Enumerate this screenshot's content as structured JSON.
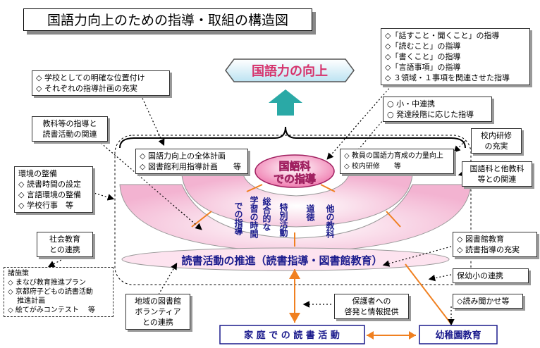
{
  "title": "国語力向上のための指導・取組の構造図",
  "goal": "国語力の向上",
  "core": [
    "国語科",
    "での指導"
  ],
  "pillars": [
    "での指導",
    "学習の時間",
    "総合的な",
    "特別活動",
    "道徳",
    "他の教科"
  ],
  "banner": "読書活動の推進（読書指導・図書館教育）",
  "bottom_left": "家 庭 で の 読 書 活 動",
  "bottom_right": "幼稚園教育",
  "boxes": {
    "position": [
      "◇ 学校としての明確な位置付け",
      "◇ それぞれの指導計画の充実"
    ],
    "language": [
      "◇「話すこと・聞くこと」の指導",
      "◇「読むこと」の指導",
      "◇「書くこと」の指導",
      "◇「言語事項」の指導",
      "◇ ３領域・１事項を関連させた指導"
    ],
    "renkei": [
      "○ 小・中連携",
      "○ 発達段階に応じた指導"
    ],
    "subjects": [
      "教科等の指導と",
      "読書活動の関連"
    ],
    "plan": [
      "◇ 国語力向上の全体計画",
      "◇ 図書館利用指導計画　　等"
    ],
    "teachers": [
      "◇ 教員の国語力育成の力量向上",
      "◇ 校内研修　　等"
    ],
    "kounai": [
      "校内研修",
      "の充実"
    ],
    "other_subj": [
      "国語科と他教科",
      "等との関連"
    ],
    "environment": [
      "環境の整備",
      "◇ 読書時間の設定",
      "◇ 言語環境の整備",
      "◇ 学校行事　等"
    ],
    "social": [
      "社会教育",
      "との連携"
    ],
    "library": [
      "◇ 図書館教育",
      "◇ 読書指導の充実"
    ],
    "policy": [
      "諸施策",
      "◇ まなび教育推進プラン",
      "◇ 京都府子どもの読書活動",
      "　 推進計画",
      "◇ 絵てがみコンテスト　 等"
    ],
    "volunteer": [
      "地域の図書館",
      "ボランティア",
      "との連携"
    ],
    "parents": [
      "保護者への",
      "啓発と情報提供"
    ],
    "hoyou": [
      "保幼小の連携"
    ],
    "yomikikase": [
      "◇読み聞かせ等"
    ]
  },
  "colors": {
    "accent": "#d6336c",
    "navy": "#1a1a8c",
    "pink_fill": "#f6c6dc",
    "teal": "#2aa9a6",
    "orange": "#f08020"
  }
}
